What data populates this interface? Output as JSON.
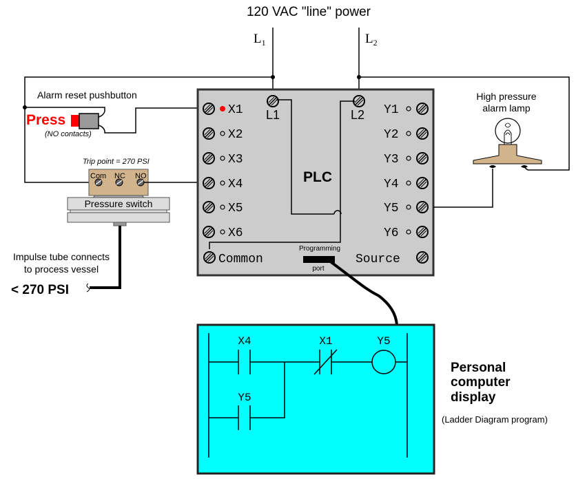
{
  "title": "120 VAC \"line\" power",
  "lines": {
    "l1": "L",
    "l1_sub": "1",
    "l2": "L",
    "l2_sub": "2"
  },
  "pushbutton": {
    "label": "Alarm reset pushbutton",
    "press": "Press",
    "contacts": "(NO contacts)",
    "press_color": "#ff0000"
  },
  "pressure_switch": {
    "trip_point": "Trip point = 270 PSI",
    "terminals": [
      "Com",
      "NC",
      "NO"
    ],
    "label": "Pressure switch",
    "body_color": "#d2b48c"
  },
  "impulse": {
    "line1": "Impulse tube connects",
    "line2": "to process vessel",
    "pressure": "< 270 PSI"
  },
  "plc": {
    "label": "PLC",
    "inputs": [
      "X1",
      "X2",
      "X3",
      "X4",
      "X5",
      "X6"
    ],
    "outputs": [
      "Y1",
      "Y2",
      "Y3",
      "Y4",
      "Y5",
      "Y6"
    ],
    "power_terminals": [
      "L1",
      "L2"
    ],
    "common": "Common",
    "source": "Source",
    "port_top": "Programming",
    "port_bottom": "port",
    "active_input": "X1",
    "active_led_color": "#ff0000",
    "body_color": "#cccccc"
  },
  "lamp": {
    "line1": "High pressure",
    "line2": "alarm lamp",
    "base_color": "#d2b48c"
  },
  "computer": {
    "screen_color": "#00ffff",
    "title_line1": "Personal",
    "title_line2": "computer",
    "title_line3": "display",
    "subtitle": "(Ladder Diagram program)"
  },
  "ladder": {
    "rung1": {
      "contact_no": "X4",
      "contact_nc": "X1",
      "coil": "Y5"
    },
    "branch": {
      "contact_no": "Y5"
    }
  }
}
